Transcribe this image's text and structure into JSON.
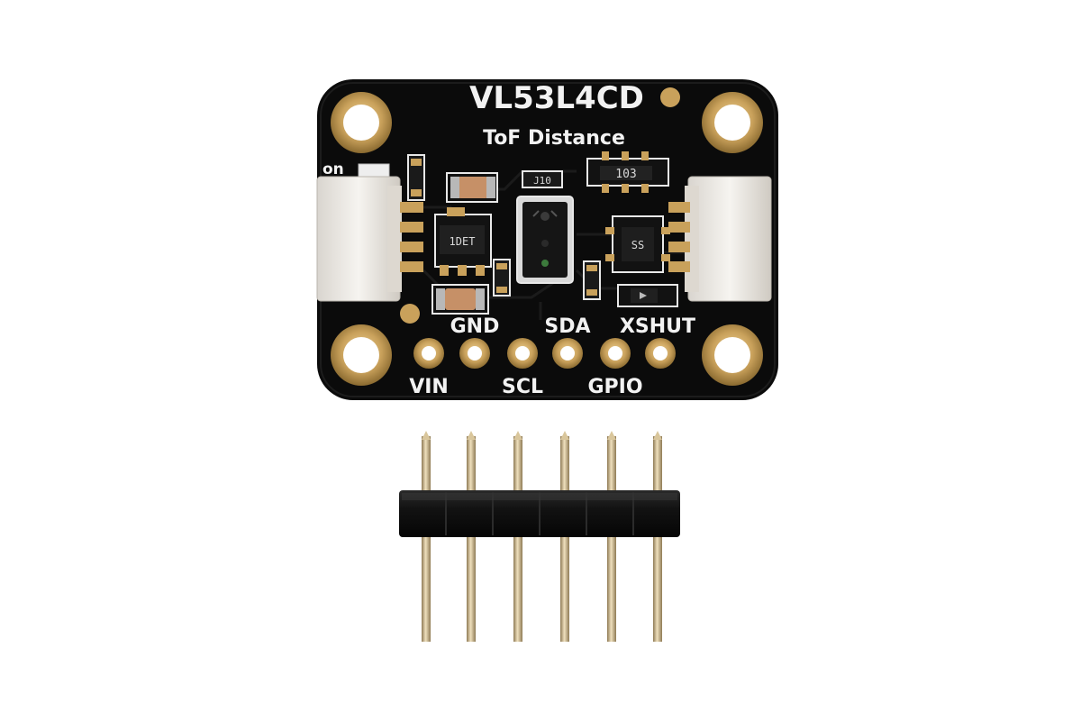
{
  "board": {
    "title": "VL53L4CD",
    "subtitle": "ToF Distance",
    "power_label": "on",
    "chip_marks": {
      "resistor_top": "103",
      "regulator": "1DET",
      "diode_small": "J10",
      "level_shifter": "SS"
    },
    "pins_top_labels": [
      "GND",
      "SDA",
      "XSHUT"
    ],
    "pins_bottom_labels": [
      "VIN",
      "SCL",
      "GPIO"
    ]
  },
  "colors": {
    "pcb": "#0b0b0b",
    "gold": "#c9a15b",
    "connector": "#ece9e4",
    "header_plastic": "#111111",
    "pin_metal": "#c9b48a"
  },
  "icons": {
    "pcb": "pcb-board-icon",
    "header": "pin-header-icon"
  }
}
